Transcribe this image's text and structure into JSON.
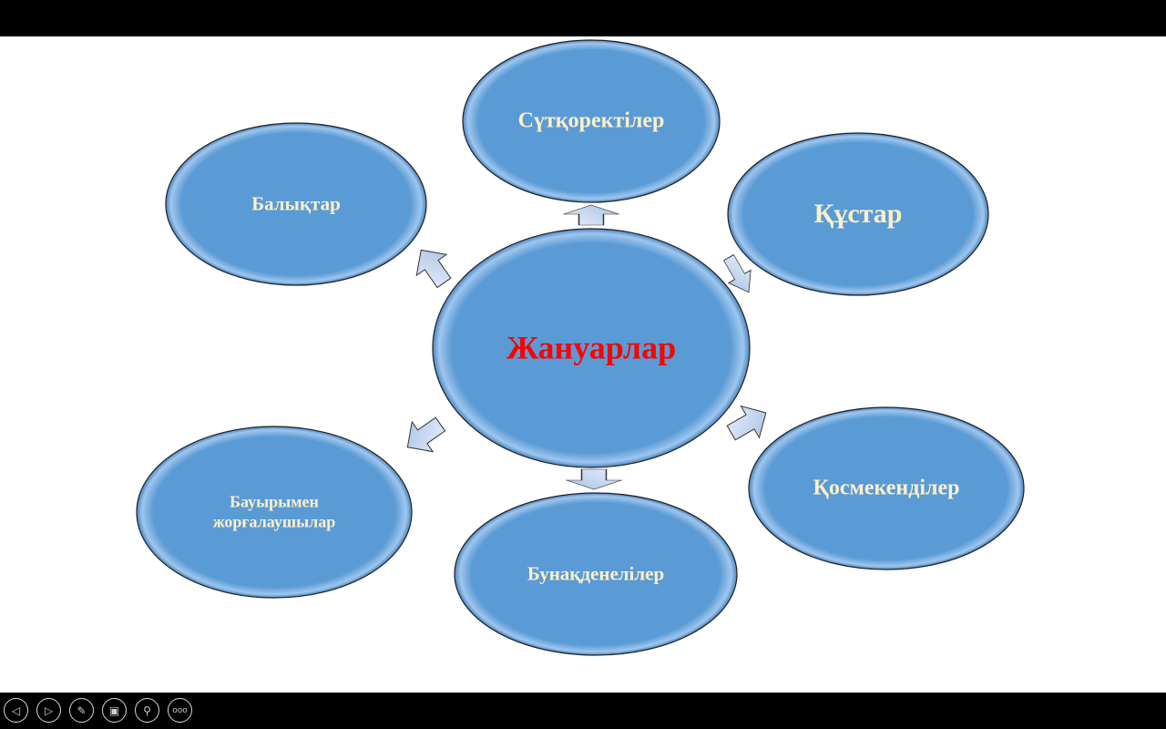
{
  "diagram": {
    "center": "Жануарлар",
    "nodes": {
      "top": "Сүтқоректілер",
      "top_left": "Балықтар",
      "top_right": "Құстар",
      "right": "Қосмекенділер",
      "bottom": "Бунақденелілер",
      "bottom_left_1": "Бауырымен",
      "bottom_left_2": "жорғалаушылар"
    }
  },
  "colors": {
    "fill": "#5b9bd5",
    "arrow": "#b4c9e8",
    "center_text": "#ff0000",
    "node_text": "#fdf0c8"
  },
  "controls": [
    "previous-icon",
    "next-icon",
    "pen-icon",
    "slides-icon",
    "zoom-icon",
    "more-icon"
  ]
}
